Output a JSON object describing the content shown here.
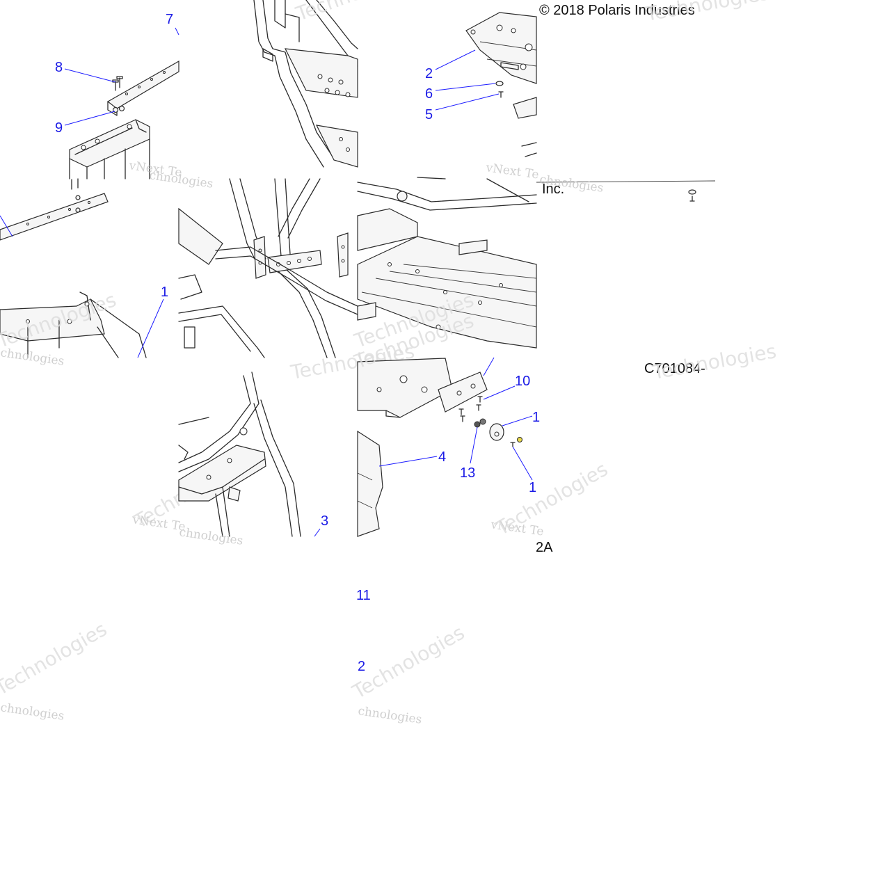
{
  "copyright": "© 2018 Polaris Industries",
  "copyright_fragment": "Inc.",
  "drawing_number": "C701084-",
  "drawing_suffix": "2A",
  "watermark_line1": "vNext Te",
  "watermark_line2": "chnologies",
  "watermark_big": "Technologies",
  "callouts": [
    {
      "id": "c1",
      "label": "1"
    },
    {
      "id": "c2",
      "label": "2"
    },
    {
      "id": "c3",
      "label": "3"
    },
    {
      "id": "c4",
      "label": "4"
    },
    {
      "id": "c5",
      "label": "5"
    },
    {
      "id": "c6",
      "label": "6"
    },
    {
      "id": "c7",
      "label": "7"
    },
    {
      "id": "c8",
      "label": "8"
    },
    {
      "id": "c9",
      "label": "9"
    },
    {
      "id": "c10",
      "label": "10"
    },
    {
      "id": "c11",
      "label": "1"
    },
    {
      "id": "c12",
      "label": "1"
    },
    {
      "id": "c13",
      "label": "13"
    },
    {
      "id": "c14",
      "label": "11"
    },
    {
      "id": "c15",
      "label": "2"
    }
  ],
  "colors": {
    "callout": "#1a1ae6",
    "leader": "#1c1cff",
    "line": "#2b2b2b",
    "watermark": "#c8c8c8",
    "hardware_accent": "#e8d84a"
  }
}
